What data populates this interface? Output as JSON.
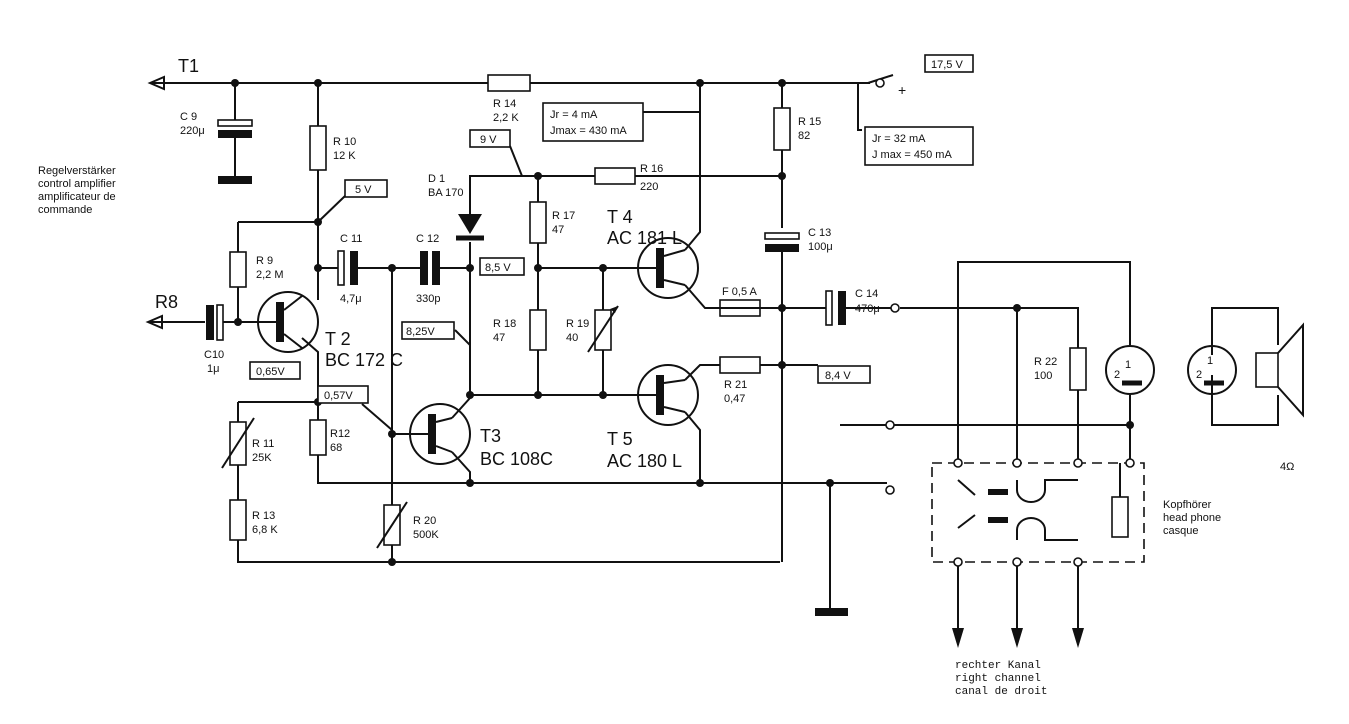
{
  "labels": {
    "t1": "T1",
    "r8": "R8",
    "c9_name": "C 9",
    "c9_val": "220μ",
    "r10_name": "R 10",
    "r10_val": "12 K",
    "r14_name": "R 14",
    "r14_val": "2,2 K",
    "r15_name": "R 15",
    "r15_val": "82",
    "r16_name": "R 16",
    "r16_val": "220",
    "r17_name": "R 17",
    "r17_val": "47",
    "r18_name": "R 18",
    "r18_val": "47",
    "r19_name": "R 19",
    "r19_val": "40",
    "r9_name": "R 9",
    "r9_val": "2,2 M",
    "r11_name": "R 11",
    "r11_val": "25K",
    "r12_name": "R12",
    "r12_val": "68",
    "r13_name": "R 13",
    "r13_val": "6,8 K",
    "r20_name": "R 20",
    "r20_val": "500K",
    "r21_name": "R 21",
    "r21_val": "0,47",
    "r22_name": "R 22",
    "r22_val": "100",
    "c10_name": "C10",
    "c10_val": "1μ",
    "c11_name": "C 11",
    "c11_val": "4,7μ",
    "c12_name": "C 12",
    "c12_val": "330p",
    "c13_name": "C 13",
    "c13_val": "100μ",
    "c14_name": "C 14",
    "c14_val": "470μ",
    "d1_name": "D 1",
    "d1_val": "BA 170",
    "f_label": "F 0,5 A",
    "t2_name": "T 2",
    "t2_type": "BC 172 C",
    "t3_name": "T3",
    "t3_type": "BC 108C",
    "t4_name": "T 4",
    "t4_type": "AC 181 L",
    "t5_name": "T 5",
    "t5_type": "AC 180 L",
    "v_supply": "17,5 V",
    "v_5": "5 V",
    "v_9": "9 V",
    "v_85": "8,5 V",
    "v_825": "8,25V",
    "v_065": "0,65V",
    "v_057": "0,57V",
    "v_84": "8,4 V",
    "i1_line1": "Jr  =  4 mA",
    "i1_line2": "Jmax = 430 mA",
    "i2_line1": "Jr  =  32 mA",
    "i2_line2": "J max = 450 mA",
    "plus": "+",
    "ctrl1": "Regelverstärker",
    "ctrl2": "control amplifier",
    "ctrl3": "amplificateur de",
    "ctrl4": "commande",
    "hp1": "Kopfhörer",
    "hp2": "head phone",
    "hp3": "casque",
    "ch1": "rechter  Kanal",
    "ch2": "right  channel",
    "ch3": "canal de droit",
    "ohm": "4Ω",
    "pin1a": "1",
    "pin2a": "2",
    "pin1b": "1",
    "pin2b": "2"
  }
}
